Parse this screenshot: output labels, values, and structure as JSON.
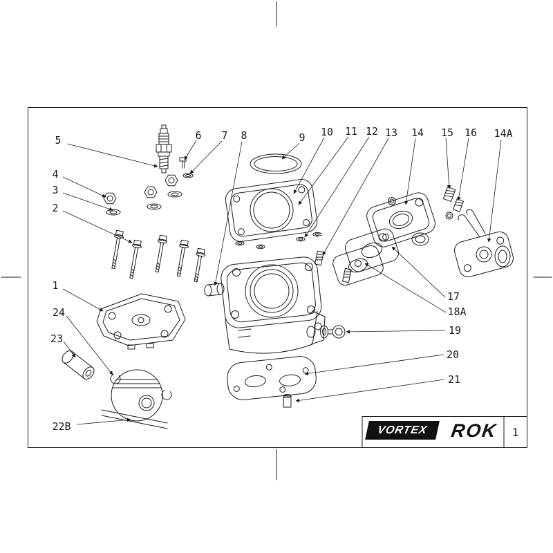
{
  "figure": {
    "logo_vortex": "VORTEX",
    "logo_rok": "ROK",
    "page_number": "1"
  },
  "callouts": [
    {
      "label": "5"
    },
    {
      "label": "4"
    },
    {
      "label": "3"
    },
    {
      "label": "2"
    },
    {
      "label": "6"
    },
    {
      "label": "7"
    },
    {
      "label": "8"
    },
    {
      "label": "9"
    },
    {
      "label": "10"
    },
    {
      "label": "11"
    },
    {
      "label": "12"
    },
    {
      "label": "13"
    },
    {
      "label": "14"
    },
    {
      "label": "15"
    },
    {
      "label": "16"
    },
    {
      "label": "14A"
    },
    {
      "label": "17"
    },
    {
      "label": "18A"
    },
    {
      "label": "19"
    },
    {
      "label": "20"
    },
    {
      "label": "21"
    },
    {
      "label": "1"
    },
    {
      "label": "24"
    },
    {
      "label": "23"
    },
    {
      "label": "22B"
    }
  ]
}
